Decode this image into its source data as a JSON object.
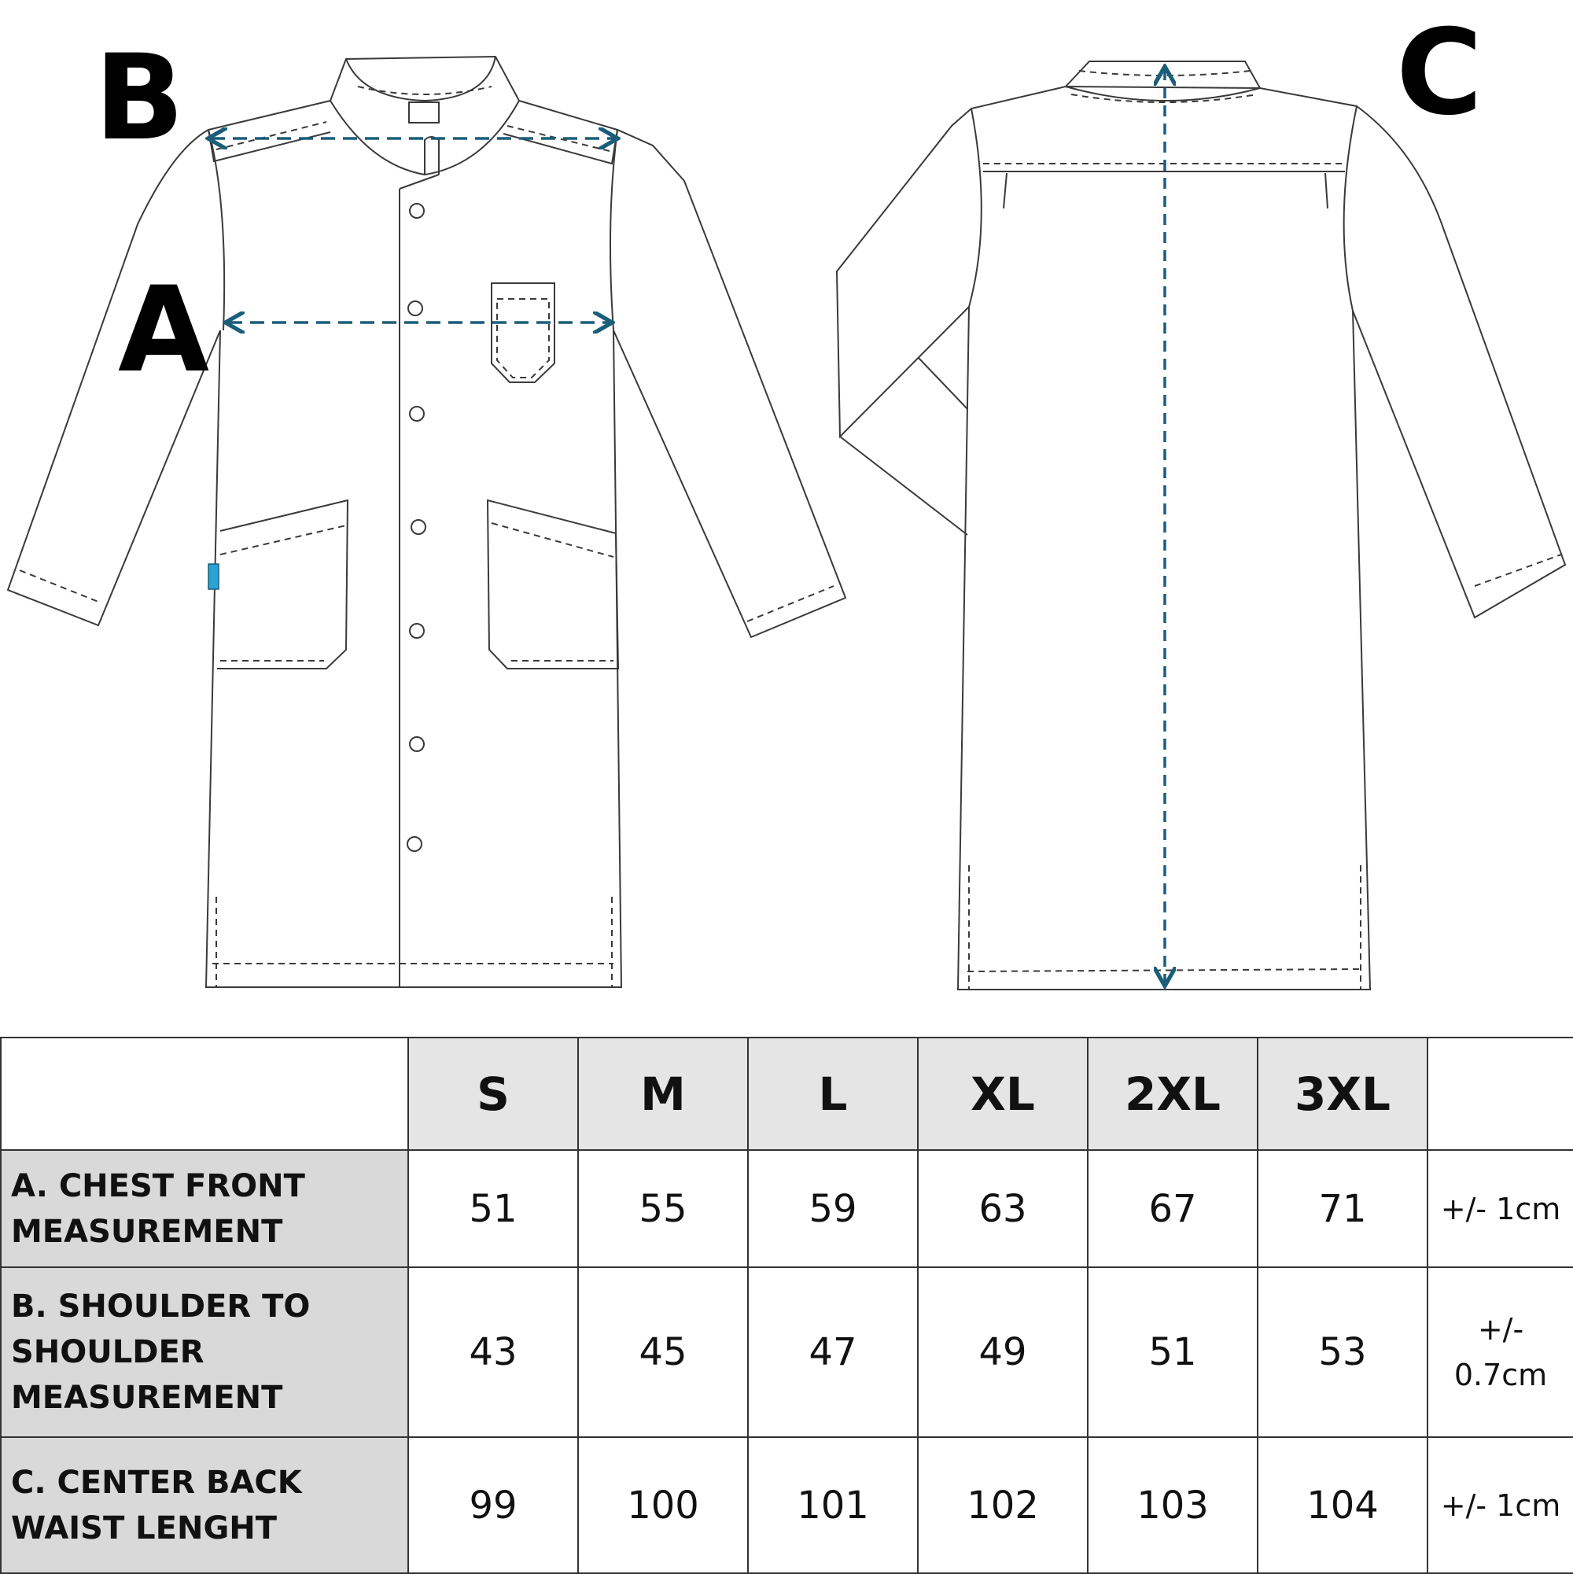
{
  "labels": {
    "a": "A",
    "b": "B",
    "c": "C"
  },
  "colors": {
    "measure_line": "#1a5e7a",
    "tag": "#29a3d6",
    "outline": "#3a3a3a"
  },
  "table": {
    "sizes": [
      "S",
      "M",
      "L",
      "XL",
      "2XL",
      "3XL"
    ],
    "rows": [
      {
        "label": "A. CHEST FRONT MEASUREMENT",
        "values": [
          "51",
          "55",
          "59",
          "63",
          "67",
          "71"
        ],
        "tolerance": "+/- 1cm"
      },
      {
        "label": "B. SHOULDER TO SHOULDER MEASUREMENT",
        "values": [
          "43",
          "45",
          "47",
          "49",
          "51",
          "53"
        ],
        "tolerance": "+/- 0.7cm"
      },
      {
        "label": "C. CENTER BACK WAIST LENGHT",
        "values": [
          "99",
          "100",
          "101",
          "102",
          "103",
          "104"
        ],
        "tolerance": "+/- 1cm"
      }
    ]
  }
}
